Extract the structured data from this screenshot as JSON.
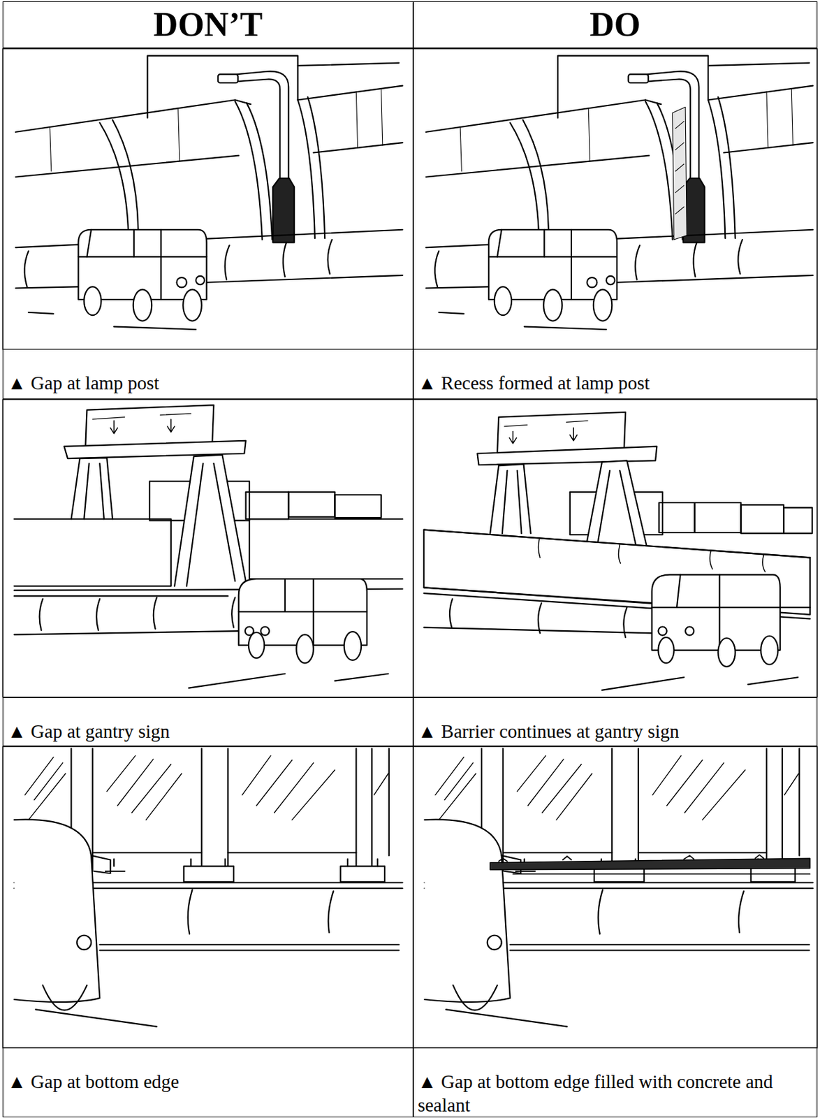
{
  "diagram": {
    "nodes": [
      {
        "text": [
          "DON’T"
        ]
      },
      {
        "text": [
          "DO"
        ]
      },
      {
        "text": [
          "▲ Gap at lamp post"
        ]
      },
      {
        "text": [
          "▲ Recess formed at lamp post"
        ]
      },
      {
        "text": [
          "▲ Gap at gantry sign"
        ]
      },
      {
        "text": [
          "▲ Barrier continues at gantry sign"
        ]
      },
      {
        "text": [
          "▲ Gap at bottom edge"
        ]
      },
      {
        "text": [
          "▲ Gap at bottom edge filled with concrete and sealant"
        ]
      }
    ]
  }
}
